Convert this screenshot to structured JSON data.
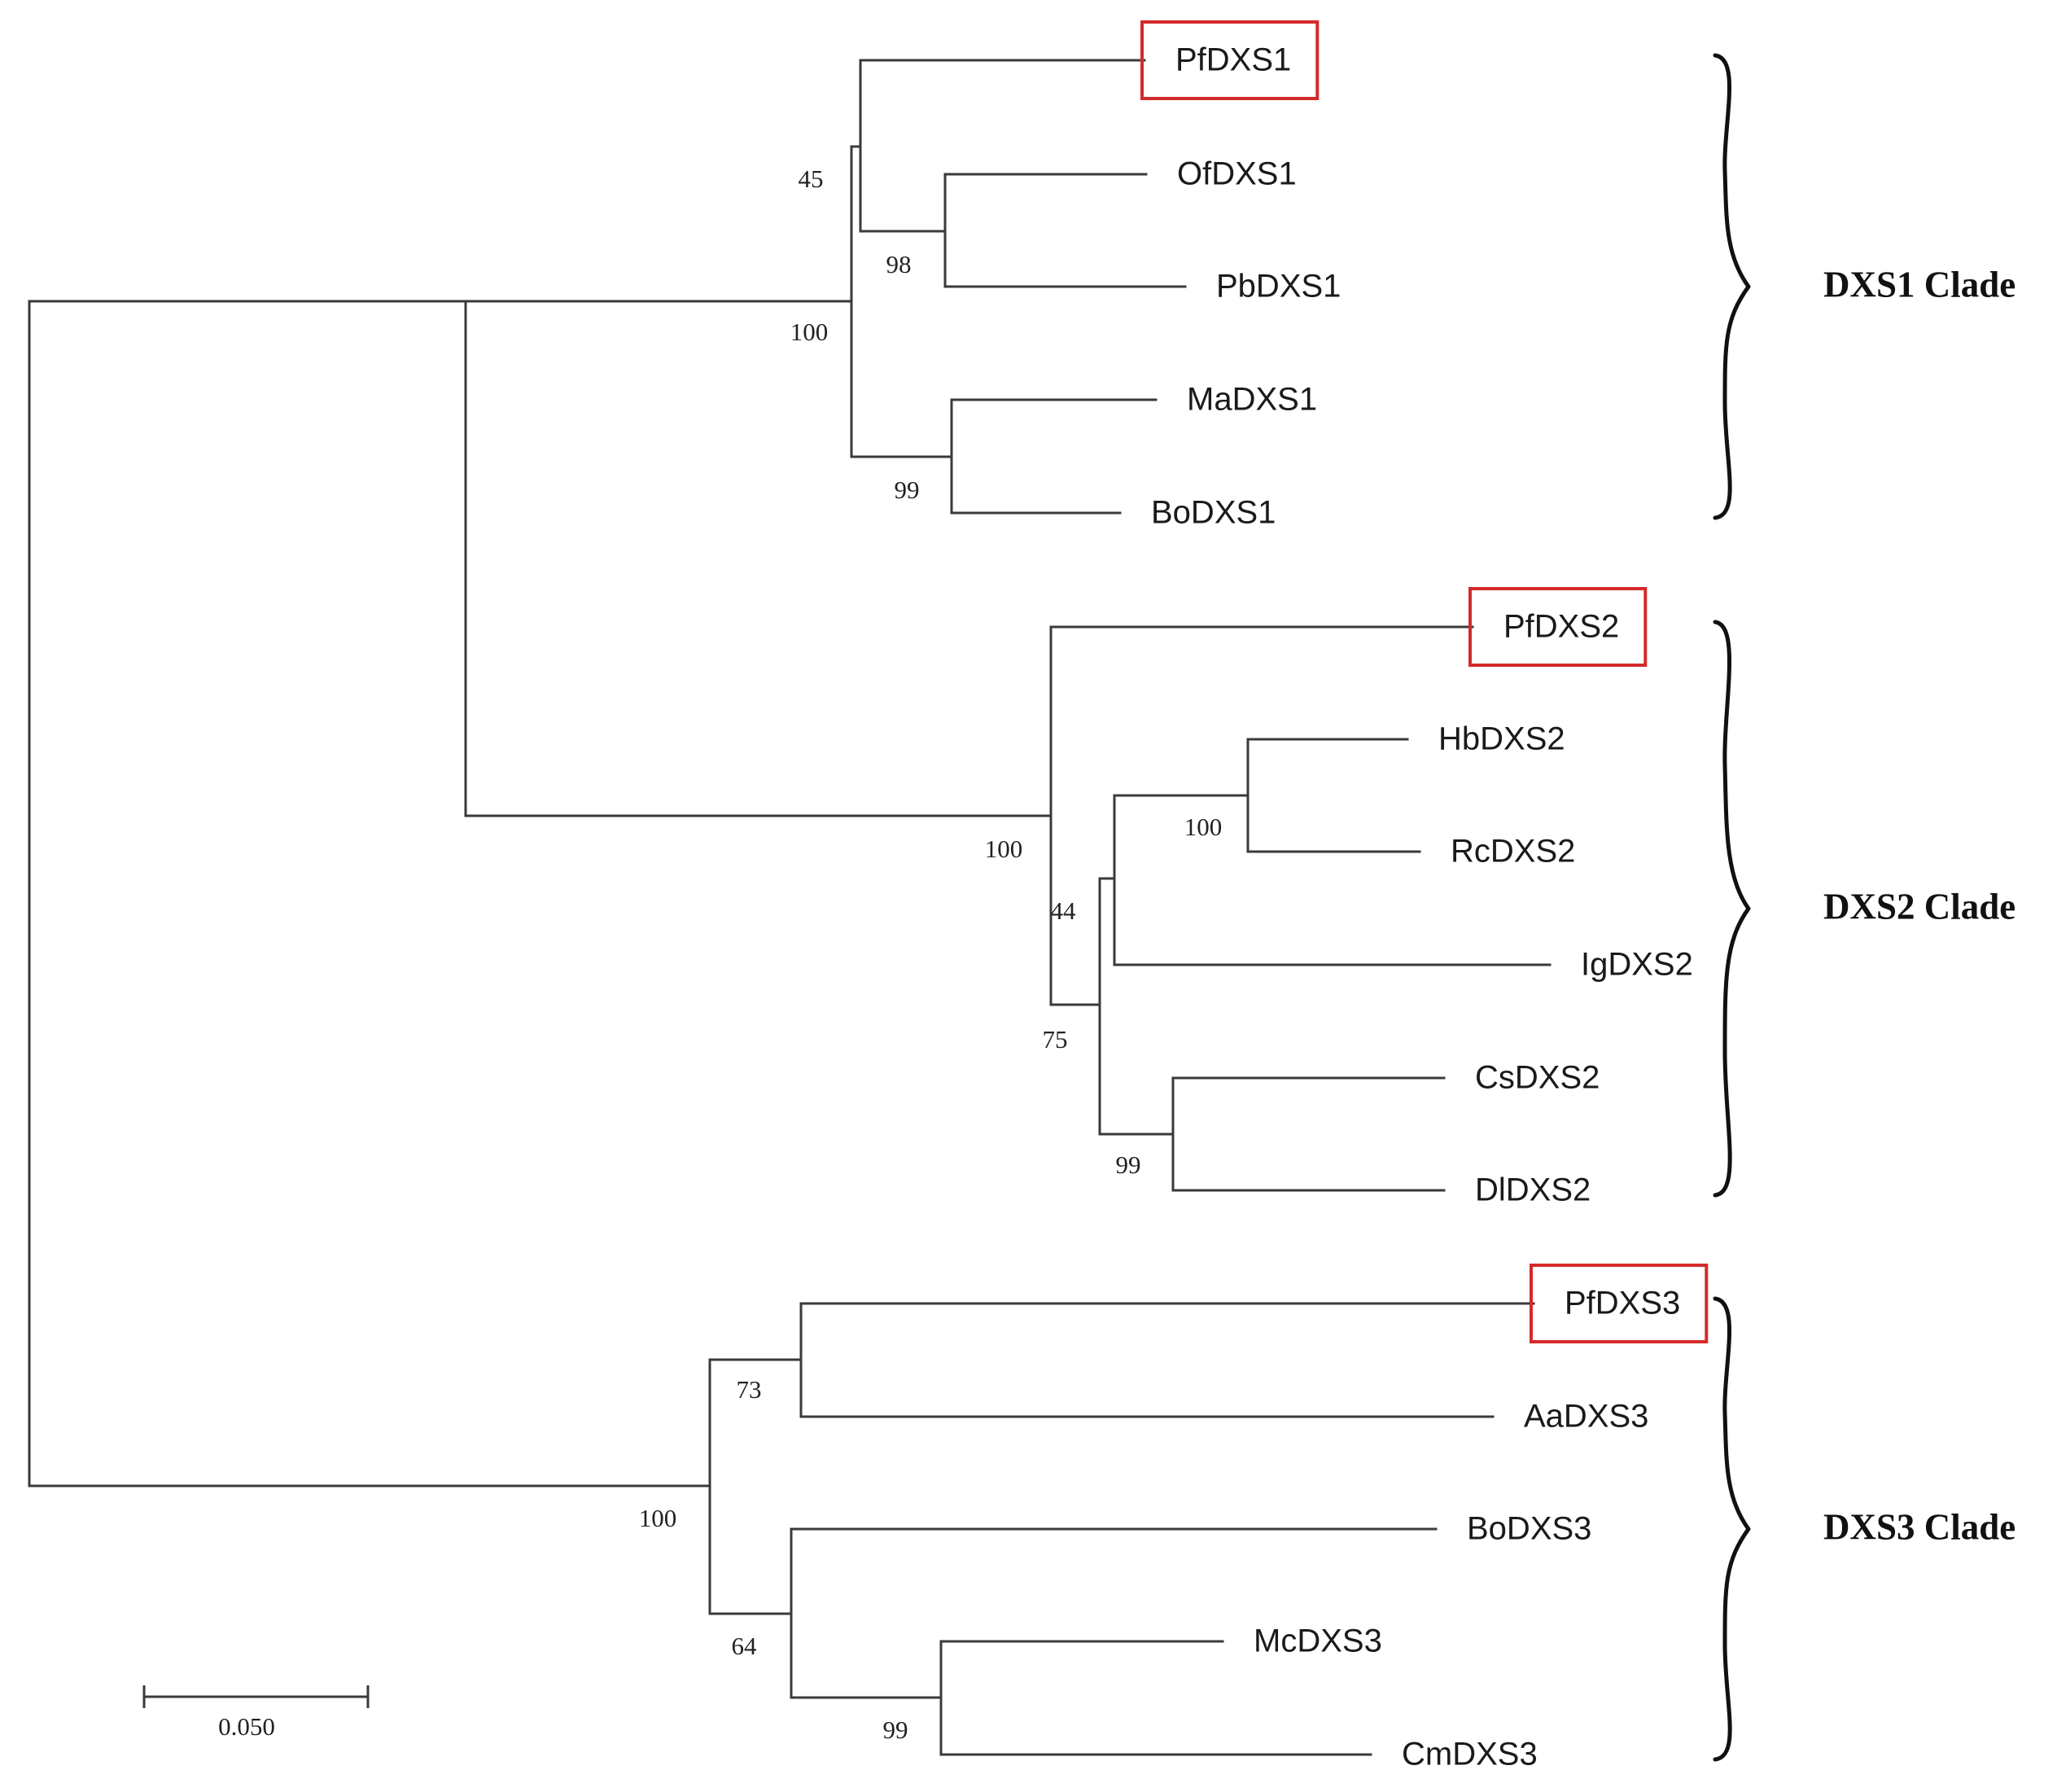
{
  "highlight_color": "#d42a2a",
  "leaves": [
    {
      "id": "PfDXS1",
      "label": "PfDXS1",
      "highlight": true
    },
    {
      "id": "OfDXS1",
      "label": "OfDXS1",
      "highlight": false
    },
    {
      "id": "PbDXS1",
      "label": "PbDXS1",
      "highlight": false
    },
    {
      "id": "MaDXS1",
      "label": "MaDXS1",
      "highlight": false
    },
    {
      "id": "BoDXS1",
      "label": "BoDXS1",
      "highlight": false
    },
    {
      "id": "PfDXS2",
      "label": "PfDXS2",
      "highlight": true
    },
    {
      "id": "HbDXS2",
      "label": "HbDXS2",
      "highlight": false
    },
    {
      "id": "RcDXS2",
      "label": "RcDXS2",
      "highlight": false
    },
    {
      "id": "IgDXS2",
      "label": "IgDXS2",
      "highlight": false
    },
    {
      "id": "CsDXS2",
      "label": "CsDXS2",
      "highlight": false
    },
    {
      "id": "DlDXS2",
      "label": "DlDXS2",
      "highlight": false
    },
    {
      "id": "PfDXS3",
      "label": "PfDXS3",
      "highlight": true
    },
    {
      "id": "AaDXS3",
      "label": "AaDXS3",
      "highlight": false
    },
    {
      "id": "BoDXS3",
      "label": "BoDXS3",
      "highlight": false
    },
    {
      "id": "McDXS3",
      "label": "McDXS3",
      "highlight": false
    },
    {
      "id": "CmDXS3",
      "label": "CmDXS3",
      "highlight": false
    }
  ],
  "support_values": [
    {
      "node": "Of-Pb",
      "value": "98"
    },
    {
      "node": "Pf1-OfPb",
      "value": "45"
    },
    {
      "node": "Ma-Bo",
      "value": "99"
    },
    {
      "node": "DXS1",
      "value": "100"
    },
    {
      "node": "Hb-Rc",
      "value": "100"
    },
    {
      "node": "HbRc-Ig",
      "value": "44"
    },
    {
      "node": "Cs-Dl",
      "value": "99"
    },
    {
      "node": "HbRcIg-CsDl",
      "value": "75"
    },
    {
      "node": "DXS2",
      "value": "100"
    },
    {
      "node": "Pf3-Aa",
      "value": "73"
    },
    {
      "node": "Mc-Cm",
      "value": "99"
    },
    {
      "node": "Bo3-McCm",
      "value": "64"
    },
    {
      "node": "DXS3",
      "value": "100"
    }
  ],
  "clades": [
    {
      "id": "DXS1",
      "label": "DXS1 Clade",
      "first": "PfDXS1",
      "last": "BoDXS1"
    },
    {
      "id": "DXS2",
      "label": "DXS2 Clade",
      "first": "PfDXS2",
      "last": "DlDXS2"
    },
    {
      "id": "DXS3",
      "label": "DXS3 Clade",
      "first": "PfDXS3",
      "last": "CmDXS3"
    }
  ],
  "scale": {
    "value": 0.05,
    "label": "0.050"
  }
}
